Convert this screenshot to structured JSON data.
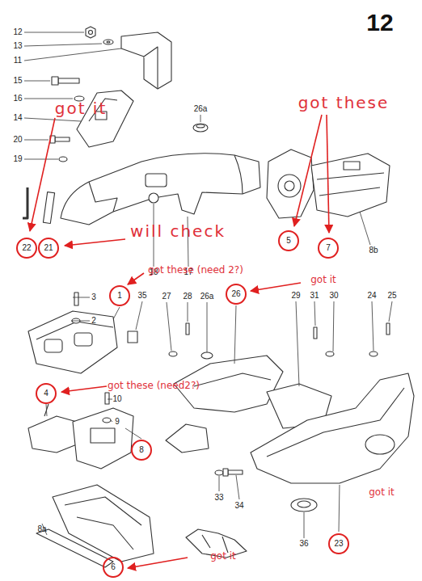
{
  "diagram": {
    "title": "12",
    "nodes": [
      {
        "text": [
          "22"
        ]
      },
      {
        "text": [
          "21"
        ]
      },
      {
        "text": [
          "5"
        ]
      },
      {
        "text": [
          "7"
        ]
      },
      {
        "text": [
          "1"
        ]
      },
      {
        "text": [
          "26"
        ]
      },
      {
        "text": [
          "4"
        ]
      },
      {
        "text": [
          "8"
        ]
      },
      {
        "text": [
          "23"
        ]
      },
      {
        "text": [
          "6"
        ]
      }
    ],
    "labels": [
      "12",
      "13",
      "11",
      "15",
      "16",
      "got it",
      "14",
      "26a",
      "got these",
      "20",
      "19",
      "will check",
      "18",
      "17",
      "8b",
      "got these  (need 2?)",
      "got it",
      "3",
      "35",
      "27",
      "28",
      "26a",
      "29",
      "31",
      "30",
      "24",
      "25",
      "2",
      "got these (need2?)",
      "10",
      "9",
      "33",
      "34",
      "got it",
      "8a",
      "36",
      "got it"
    ]
  }
}
